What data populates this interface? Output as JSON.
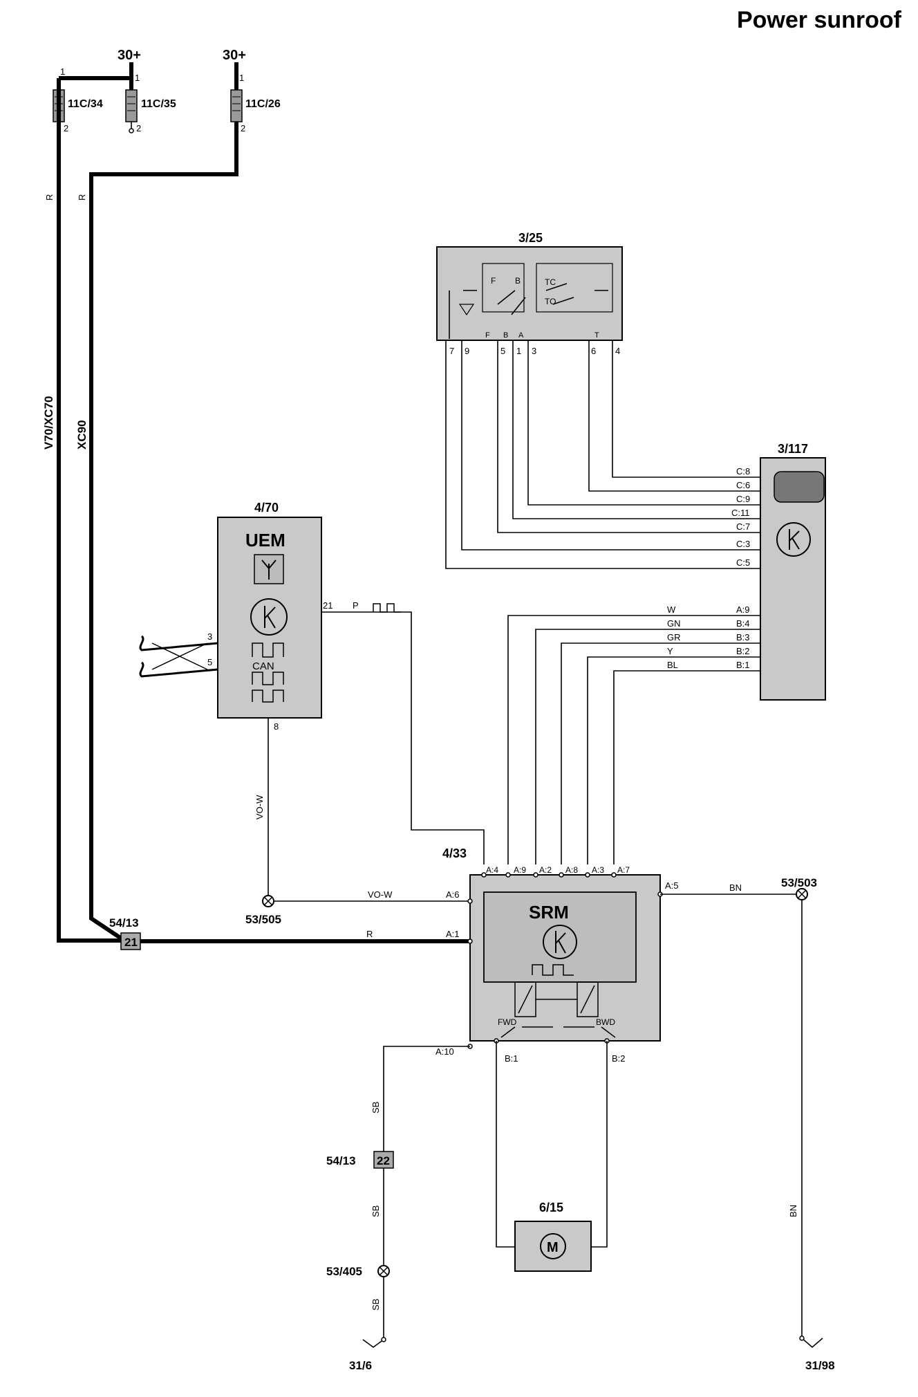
{
  "title": "Power sunroof",
  "supplies": [
    {
      "label": "30+"
    },
    {
      "label": "30+"
    }
  ],
  "fuses": [
    {
      "id": "11C/34",
      "pin_top": "1",
      "pin_bottom": "2"
    },
    {
      "id": "11C/35",
      "pin_top": "1",
      "pin_bottom": "2"
    },
    {
      "id": "11C/26",
      "pin_top": "1",
      "pin_bottom": "2"
    }
  ],
  "variants": {
    "left": "V70/XC70",
    "right": "XC90"
  },
  "wire_colors": {
    "r1": "R",
    "r2": "R",
    "p": "P",
    "vow_v": "VO-W",
    "vow_h": "VO-W",
    "r_main": "R",
    "bn_h": "BN",
    "bn_v": "BN",
    "sb1": "SB",
    "sb2": "SB",
    "sb3": "SB"
  },
  "components": {
    "switch": {
      "id": "3/25",
      "inner": [
        "F",
        "B",
        "TC",
        "TO"
      ],
      "terminals": [
        "F",
        "B",
        "A",
        "T"
      ],
      "pins": [
        "7",
        "9",
        "5",
        "1",
        "3",
        "6",
        "4"
      ]
    },
    "cem": {
      "id": "3/117",
      "c_pins": [
        "C:8",
        "C:6",
        "C:9",
        "C:11",
        "C:7",
        "C:3",
        "C:5"
      ],
      "b_pins": [
        "A:9",
        "B:4",
        "B:3",
        "B:2",
        "B:1"
      ]
    },
    "uem": {
      "id": "4/70",
      "name": "UEM",
      "can": "CAN",
      "pins": [
        "3",
        "5",
        "21",
        "8"
      ]
    },
    "srm": {
      "id": "4/33",
      "name": "SRM",
      "top_pins": [
        "A:4",
        "A:9",
        "A:2",
        "A:8",
        "A:3",
        "A:7"
      ],
      "left_pins": [
        "A:6",
        "A:1",
        "A:10"
      ],
      "right_pin": "A:5",
      "bottom_pins": [
        "B:1",
        "B:2"
      ],
      "fwd": "FWD",
      "bwd": "BWD"
    },
    "motor": {
      "id": "6/15",
      "symbol": "M"
    },
    "connector1": {
      "id": "54/13",
      "pin": "21"
    },
    "connector2": {
      "id": "54/13",
      "pin": "22"
    }
  },
  "bus_wires": [
    "W",
    "GN",
    "GR",
    "Y",
    "BL"
  ],
  "grounds": [
    {
      "splice": "53/505"
    },
    {
      "splice": "53/503"
    },
    {
      "splice": "53/405"
    },
    {
      "ground": "31/6"
    },
    {
      "ground": "31/98"
    }
  ]
}
